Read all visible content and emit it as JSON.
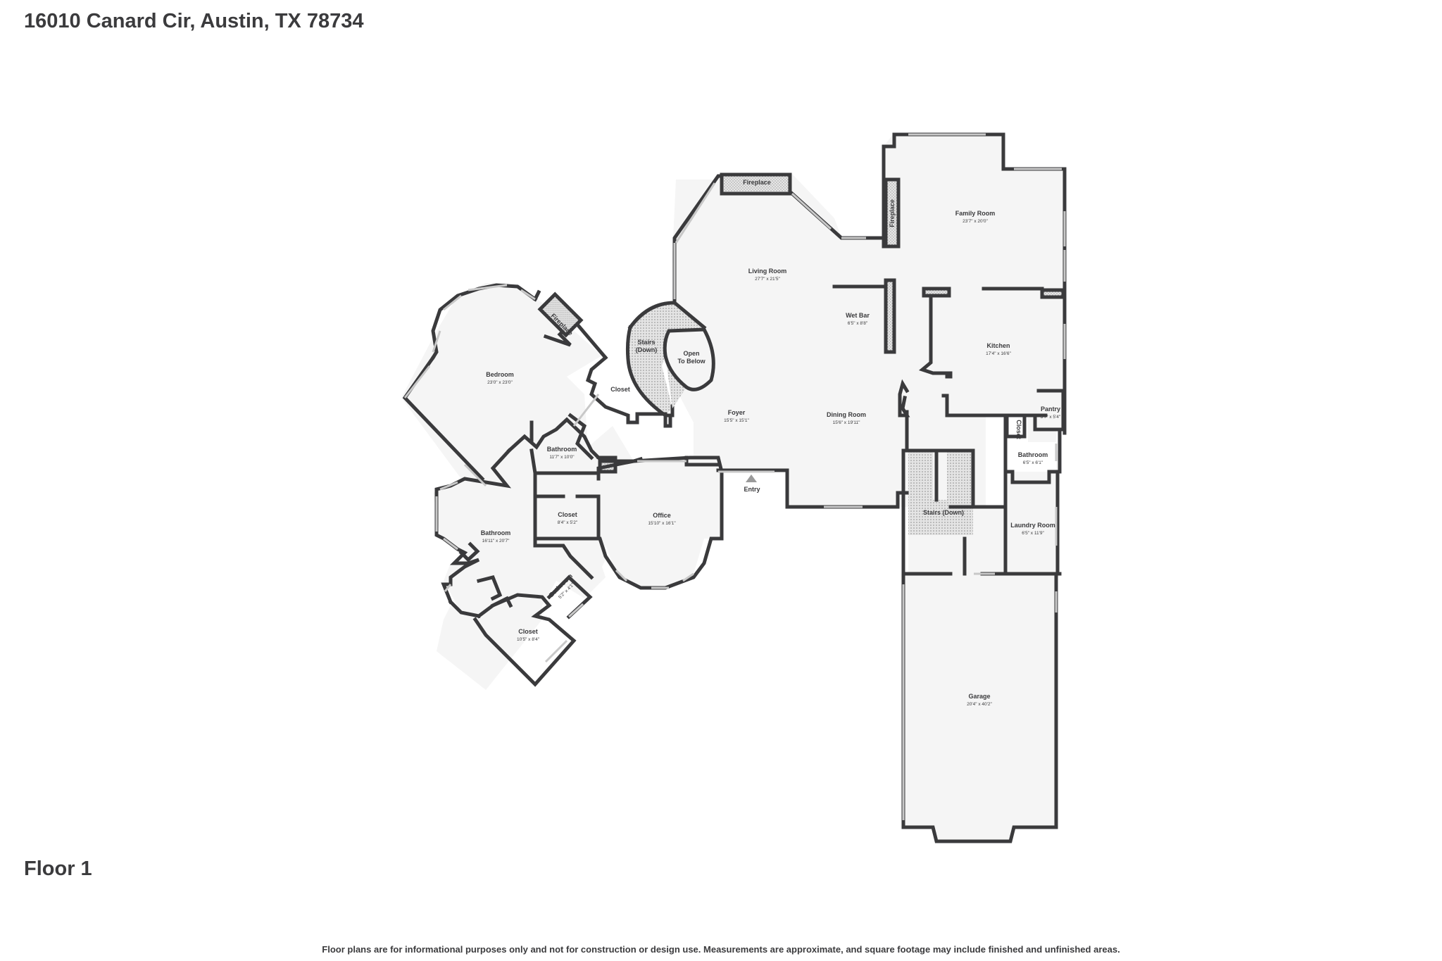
{
  "header": {
    "address": "16010 Canard Cir, Austin, TX 78734"
  },
  "floor_label": "Floor 1",
  "footer": {
    "disclaimer": "Floor plans are for informational purposes only and not for construction or design use. Measurements are approximate, and square footage may include finished and unfinished areas."
  },
  "rooms": {
    "family_room": {
      "name": "Family Room",
      "dims": "23'7\" x 20'0\""
    },
    "living_room": {
      "name": "Living Room",
      "dims": "27'7\" x 21'5\""
    },
    "wet_bar": {
      "name": "Wet Bar",
      "dims": "6'5\" x 8'8\""
    },
    "kitchen": {
      "name": "Kitchen",
      "dims": "17'4\" x 16'6\""
    },
    "pantry": {
      "name": "Pantry",
      "dims": "3'7\" x 5'4\""
    },
    "foyer": {
      "name": "Foyer",
      "dims": "15'5\" x 15'1\""
    },
    "dining_room": {
      "name": "Dining Room",
      "dims": "15'6\" x 19'11\""
    },
    "bedroom": {
      "name": "Bedroom",
      "dims": "23'0\" x 23'0\""
    },
    "bathroom_upper": {
      "name": "Bathroom",
      "dims": "11'7\" x 10'0\""
    },
    "closet_main": {
      "name": "Closet"
    },
    "closet_small": {
      "name": "Closet",
      "dims": "8'4\" x 5'2\""
    },
    "office": {
      "name": "Office",
      "dims": "15'10\" x 16'1\""
    },
    "bathroom_master": {
      "name": "Bathroom",
      "dims": "16'11\" x 20'7\""
    },
    "bathroom_small": {
      "name": "Bathroom",
      "dims": "5'2\" x 4'1\""
    },
    "closet_walkin": {
      "name": "Closet",
      "dims": "10'5\" x 8'4\""
    },
    "bathroom_right": {
      "name": "Bathroom",
      "dims": "6'5\" x 6'1\""
    },
    "laundry_room": {
      "name": "Laundry Room",
      "dims": "6'5\" x 11'9\""
    },
    "garage": {
      "name": "Garage",
      "dims": "20'4\" x 40'2\""
    },
    "closet_pantry_side": {
      "name": "Closet"
    }
  },
  "features": {
    "fireplace_living": "Fireplace",
    "fireplace_family": "Fireplace",
    "fireplace_bedroom": "Fireplace",
    "stairs_down_curved_1": "Stairs",
    "stairs_down_curved_2": "(Down)",
    "open_to_below_1": "Open",
    "open_to_below_2": "To Below",
    "stairs_down_garage": "Stairs (Down)",
    "entry": "Entry"
  }
}
